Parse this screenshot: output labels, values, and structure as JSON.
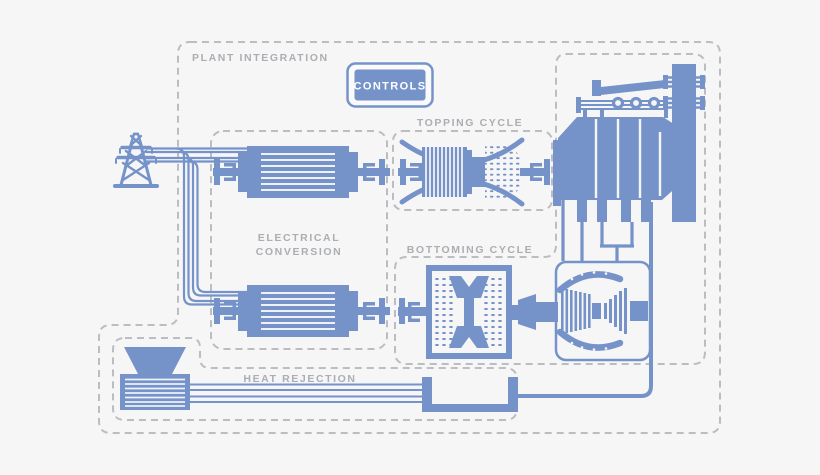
{
  "app": {
    "type": "power-plant-integration-diagram",
    "background": "#f6f6f7"
  },
  "labels": {
    "plant_integration": "PLANT INTEGRATION",
    "topping_cycle": "TOPPING CYCLE",
    "electrical_line1": "ELECTRICAL",
    "electrical_line2": "CONVERSION",
    "bottoming_cycle": "BOTTOMING CYCLE",
    "heat_rejection": "HEAT REJECTION"
  },
  "controls": {
    "button_label": "CONTROLS"
  },
  "icons": [
    "transmission-tower-icon",
    "power-lines-icon",
    "generator-icon-top",
    "generator-icon-bottom",
    "gas-turbine-icon",
    "hrsg-boiler-stack-icon",
    "steam-turbine-top-view-icon",
    "turbine-generator-unit-icon",
    "cooling-tower-icon",
    "condenser-loop-pipe-icon"
  ],
  "colors": {
    "accent_blue": "#7593C9",
    "background": "#f6f6f7",
    "dashed_boundary_gray": "#bcbdc0",
    "label_gray": "#abaeb2",
    "button_fill": "#7593C9",
    "button_text": "#ffffff",
    "stripe_gap": "#eef1f8"
  }
}
